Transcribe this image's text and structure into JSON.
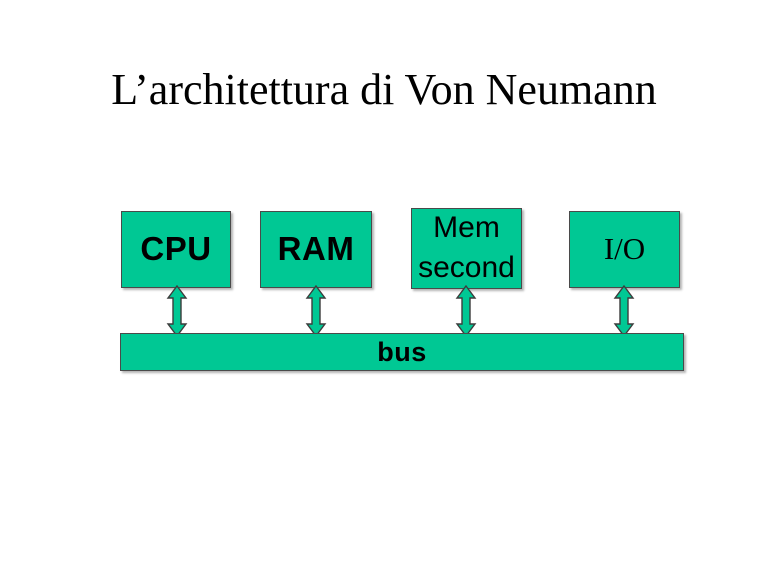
{
  "slide": {
    "title": "L’architettura di Von Neumann",
    "background_color": "#ffffff",
    "accent_color": "#00C894",
    "border_color": "#4a4a4a",
    "text_color": "#000000"
  },
  "diagram": {
    "type": "block-diagram",
    "components": [
      {
        "id": "cpu",
        "label": "CPU",
        "weight": "bold"
      },
      {
        "id": "ram",
        "label": "RAM",
        "weight": "bold"
      },
      {
        "id": "mem",
        "label": "Mem\nsecond",
        "weight": "regular"
      },
      {
        "id": "io",
        "label": "I/O",
        "weight": "regular"
      }
    ],
    "bus": {
      "label": "bus"
    },
    "connectors": [
      {
        "from": "cpu",
        "to": "bus",
        "kind": "double-arrow-vertical"
      },
      {
        "from": "ram",
        "to": "bus",
        "kind": "double-arrow-vertical"
      },
      {
        "from": "mem",
        "to": "bus",
        "kind": "double-arrow-vertical"
      },
      {
        "from": "io",
        "to": "bus",
        "kind": "double-arrow-vertical"
      }
    ]
  }
}
